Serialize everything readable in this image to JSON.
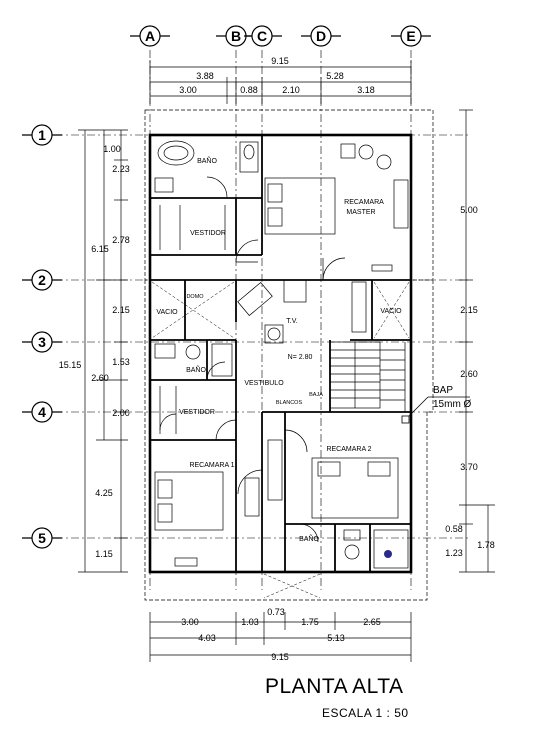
{
  "axes_columns": [
    "A",
    "B",
    "C",
    "D",
    "E"
  ],
  "axes_rows": [
    "1",
    "2",
    "3",
    "4",
    "5"
  ],
  "dims_top": {
    "overall": "9.15",
    "sub": [
      "3.88",
      "5.28"
    ],
    "detail": [
      "3.00",
      "0.88",
      "2.10",
      "3.18"
    ]
  },
  "dims_bottom": {
    "detail": [
      "3.00",
      "1.03",
      "0.73",
      "1.75",
      "2.65"
    ],
    "sub": [
      "4.03",
      "5.13"
    ],
    "overall": "9.15"
  },
  "dims_left": {
    "overall": "15.15",
    "detail": [
      "1.00",
      "2.23",
      "2.78",
      "2.15",
      "1.53",
      "2.00",
      "4.25",
      "1.15"
    ],
    "sub": [
      "6.15",
      "2.60"
    ]
  },
  "dims_right": {
    "detail": [
      "5.00",
      "2.15",
      "2.60",
      "3.70",
      "0.58",
      "1.23"
    ],
    "sub": [
      "1.78"
    ]
  },
  "rooms": {
    "bano_master": "BAÑO",
    "recamara_master_1": "RECAMARA",
    "recamara_master_2": "MASTER",
    "vestidor_1": "VESTIDOR",
    "vacio_1": "VACIO",
    "vacio_2": "VACIO",
    "tv": "T.V.",
    "bano_2": "BAÑO",
    "vestibulo": "VESTIBULO",
    "vestidor_2": "VESTIDOR",
    "recamara_1": "RECAMARA 1",
    "recamara_2": "RECAMARA 2",
    "bano_3": "BAÑO",
    "level": "N= 2.80",
    "baja": "BAJA",
    "blancos": "BLANCOS",
    "domo": "DOMO"
  },
  "bap": {
    "label": "BAP",
    "spec": "15mm Ø"
  },
  "footer": {
    "title": "PLANTA ALTA",
    "scale": "ESCALA   1 : 50"
  }
}
